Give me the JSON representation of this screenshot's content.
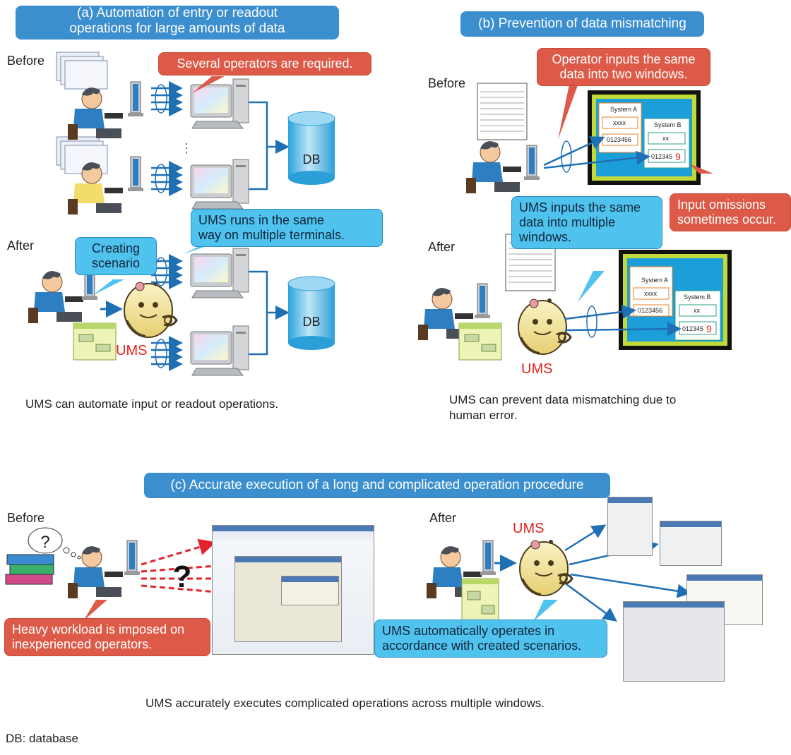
{
  "panel_a": {
    "title": "(a)  Automation of entry or readout operations for large amounts of  data",
    "title_line1": "(a)  Automation of entry or readout",
    "title_line2": "operations for large amounts of  data",
    "before_label": "Before",
    "after_label": "After",
    "bubble_several": "Several operators are required.",
    "bubble_creating_line1": "Creating",
    "bubble_creating_line2": "scenario",
    "bubble_ums_line1": "UMS runs in the same",
    "bubble_ums_line2": "way on multiple terminals.",
    "db_label": "DB",
    "ums_label": "UMS",
    "ellipsis": "⋮",
    "caption": "UMS can automate input or readout operations."
  },
  "panel_b": {
    "title": "(b)  Prevention of data mismatching",
    "before_label": "Before",
    "after_label": "After",
    "bubble_operator_line1": "Operator inputs the same",
    "bubble_operator_line2": "data into two windows.",
    "bubble_omission_line1": "Input omissions",
    "bubble_omission_line2": "sometimes occur.",
    "bubble_ums_line1": "UMS inputs the same",
    "bubble_ums_line2": "data into multiple",
    "bubble_ums_line3": "windows.",
    "system_a": "System A",
    "system_b": "System B",
    "field_xxxx": "xxxx",
    "field_xx": "xx",
    "field_value": "0123456",
    "field_mismatch": "012345",
    "mismatch_digit": "9",
    "ums_label": "UMS",
    "caption_line1": "UMS can prevent data mismatching due to",
    "caption_line2": "human error."
  },
  "panel_c": {
    "title": "(c)  Accurate execution of a long and complicated operation procedure",
    "before_label": "Before",
    "after_label": "After",
    "question": "?",
    "bubble_heavy_line1": "Heavy workload is imposed on",
    "bubble_heavy_line2": "inexperienced operators.",
    "bubble_ums_line1": "UMS automatically operates in",
    "bubble_ums_line2": "accordance with created scenarios.",
    "ums_label": "UMS",
    "caption": "UMS accurately executes complicated operations across multiple windows."
  },
  "footnote": "DB: database",
  "colors": {
    "header_blue": "#3c8fcf",
    "bubble_red": "#dc5a47",
    "bubble_blue": "#4fc3ee",
    "arrow_blue": "#1f6fb5",
    "arrow_red": "#e3232c",
    "ums_red": "#e2231a"
  }
}
